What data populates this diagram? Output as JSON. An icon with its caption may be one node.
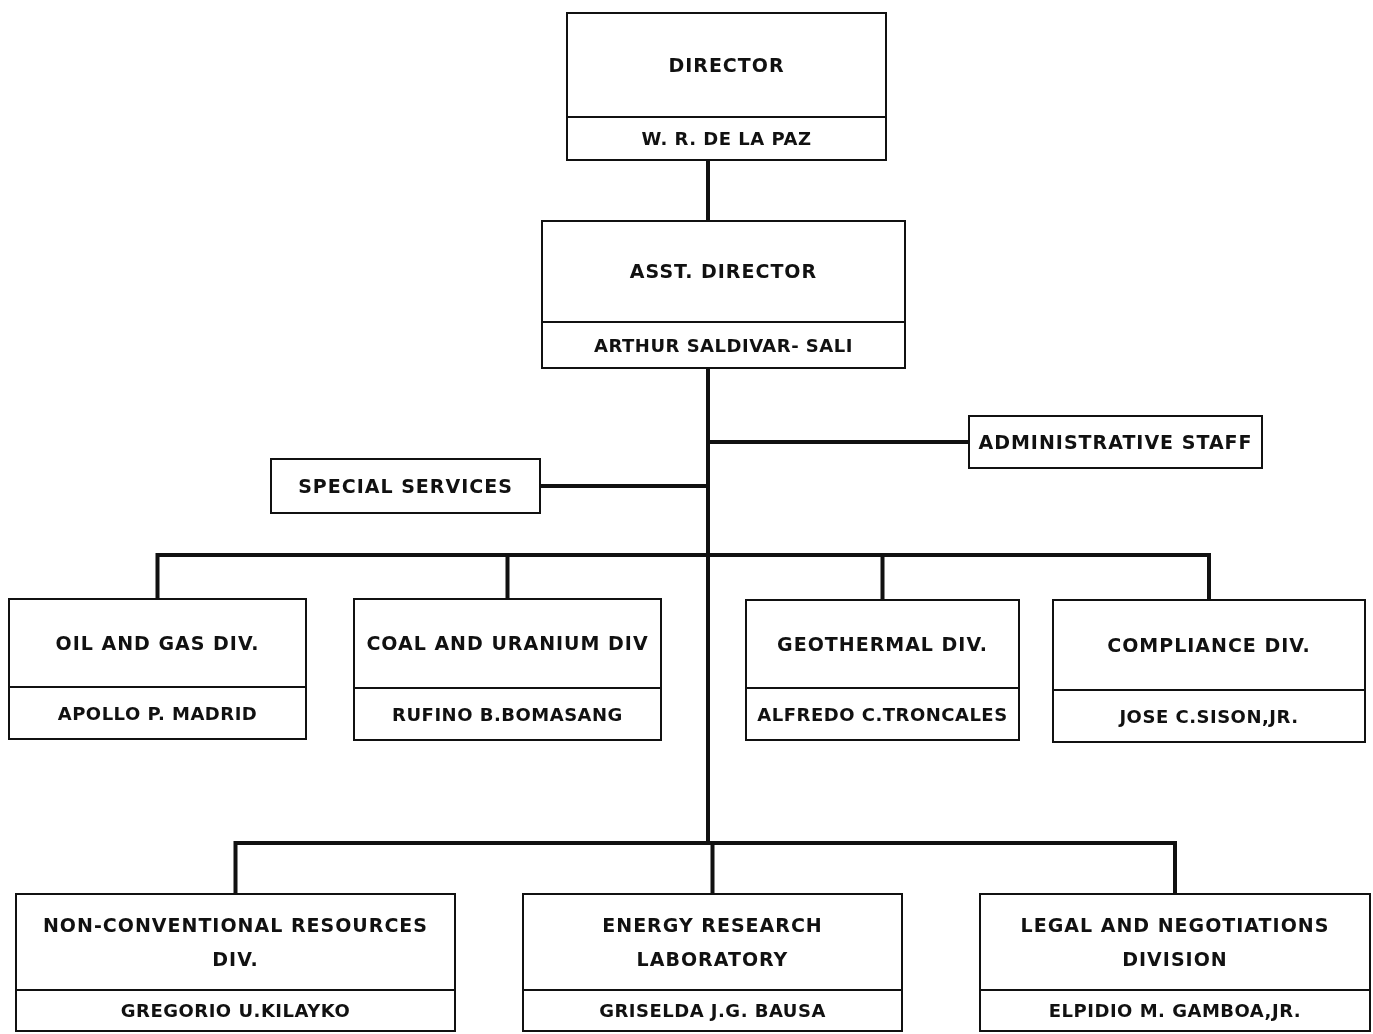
{
  "diagram": {
    "nodes": [
      {
        "text": [
          "DIRECTOR",
          "W. R. DE LA PAZ"
        ]
      },
      {
        "text": [
          "ASST. DIRECTOR",
          "ARTHUR SALDIVAR- SALI"
        ]
      },
      {
        "text": [
          "ADMINISTRATIVE STAFF"
        ]
      },
      {
        "text": [
          "SPECIAL SERVICES"
        ]
      },
      {
        "text": [
          "OIL AND GAS DIV.",
          "APOLLO P. MADRID"
        ]
      },
      {
        "text": [
          "COAL AND URANIUM DIV",
          "RUFINO B.BOMASANG"
        ]
      },
      {
        "text": [
          "GEOTHERMAL DIV.",
          "ALFREDO C.TRONCALES"
        ]
      },
      {
        "text": [
          "COMPLIANCE DIV.",
          "JOSE C.SISON,JR."
        ]
      },
      {
        "text": [
          "NON-CONVENTIONAL RESOURCES DIV.",
          "GREGORIO U.KILAYKO"
        ]
      },
      {
        "text": [
          "ENERGY RESEARCH LABORATORY",
          "GRISELDA J.G. BAUSA"
        ]
      },
      {
        "text": [
          "LEGAL AND NEGOTIATIONS DIVISION",
          "ELPIDIO M. GAMBOA,JR."
        ]
      }
    ],
    "edges": [
      {
        "from": 0,
        "to": 1,
        "arrow": "none"
      },
      {
        "from": 1,
        "to": 2,
        "arrow": "none"
      },
      {
        "from": 1,
        "to": 3,
        "arrow": "none"
      },
      {
        "from": 1,
        "to": 4,
        "arrow": "none"
      },
      {
        "from": 1,
        "to": 5,
        "arrow": "none"
      },
      {
        "from": 1,
        "to": 6,
        "arrow": "none"
      },
      {
        "from": 1,
        "to": 7,
        "arrow": "none"
      },
      {
        "from": 1,
        "to": 8,
        "arrow": "none"
      },
      {
        "from": 1,
        "to": 9,
        "arrow": "none"
      },
      {
        "from": 1,
        "to": 10,
        "arrow": "none"
      }
    ]
  }
}
